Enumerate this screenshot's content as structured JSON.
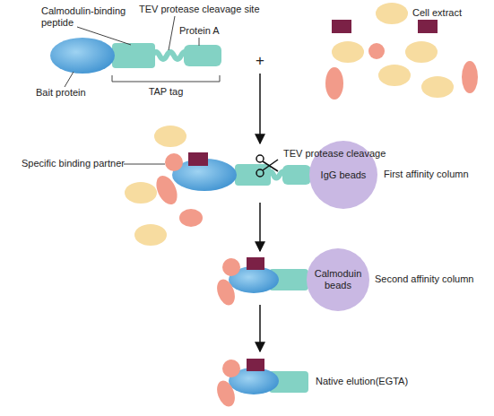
{
  "diagram": {
    "nodes": [
      {
        "text": [
          "IgG beads"
        ]
      },
      {
        "text": [
          "Calmoduin beads"
        ]
      }
    ],
    "labels": [
      "Calmodulin-binding peptide",
      "TEV protease cleavage site",
      "Cell extract",
      "Protein A",
      "Bait protein",
      "TAP tag",
      "+",
      "TEV protease cleavage",
      "Specific binding partner",
      "First affinity column",
      "Second affinity column",
      "Native elution(EGTA)"
    ]
  }
}
